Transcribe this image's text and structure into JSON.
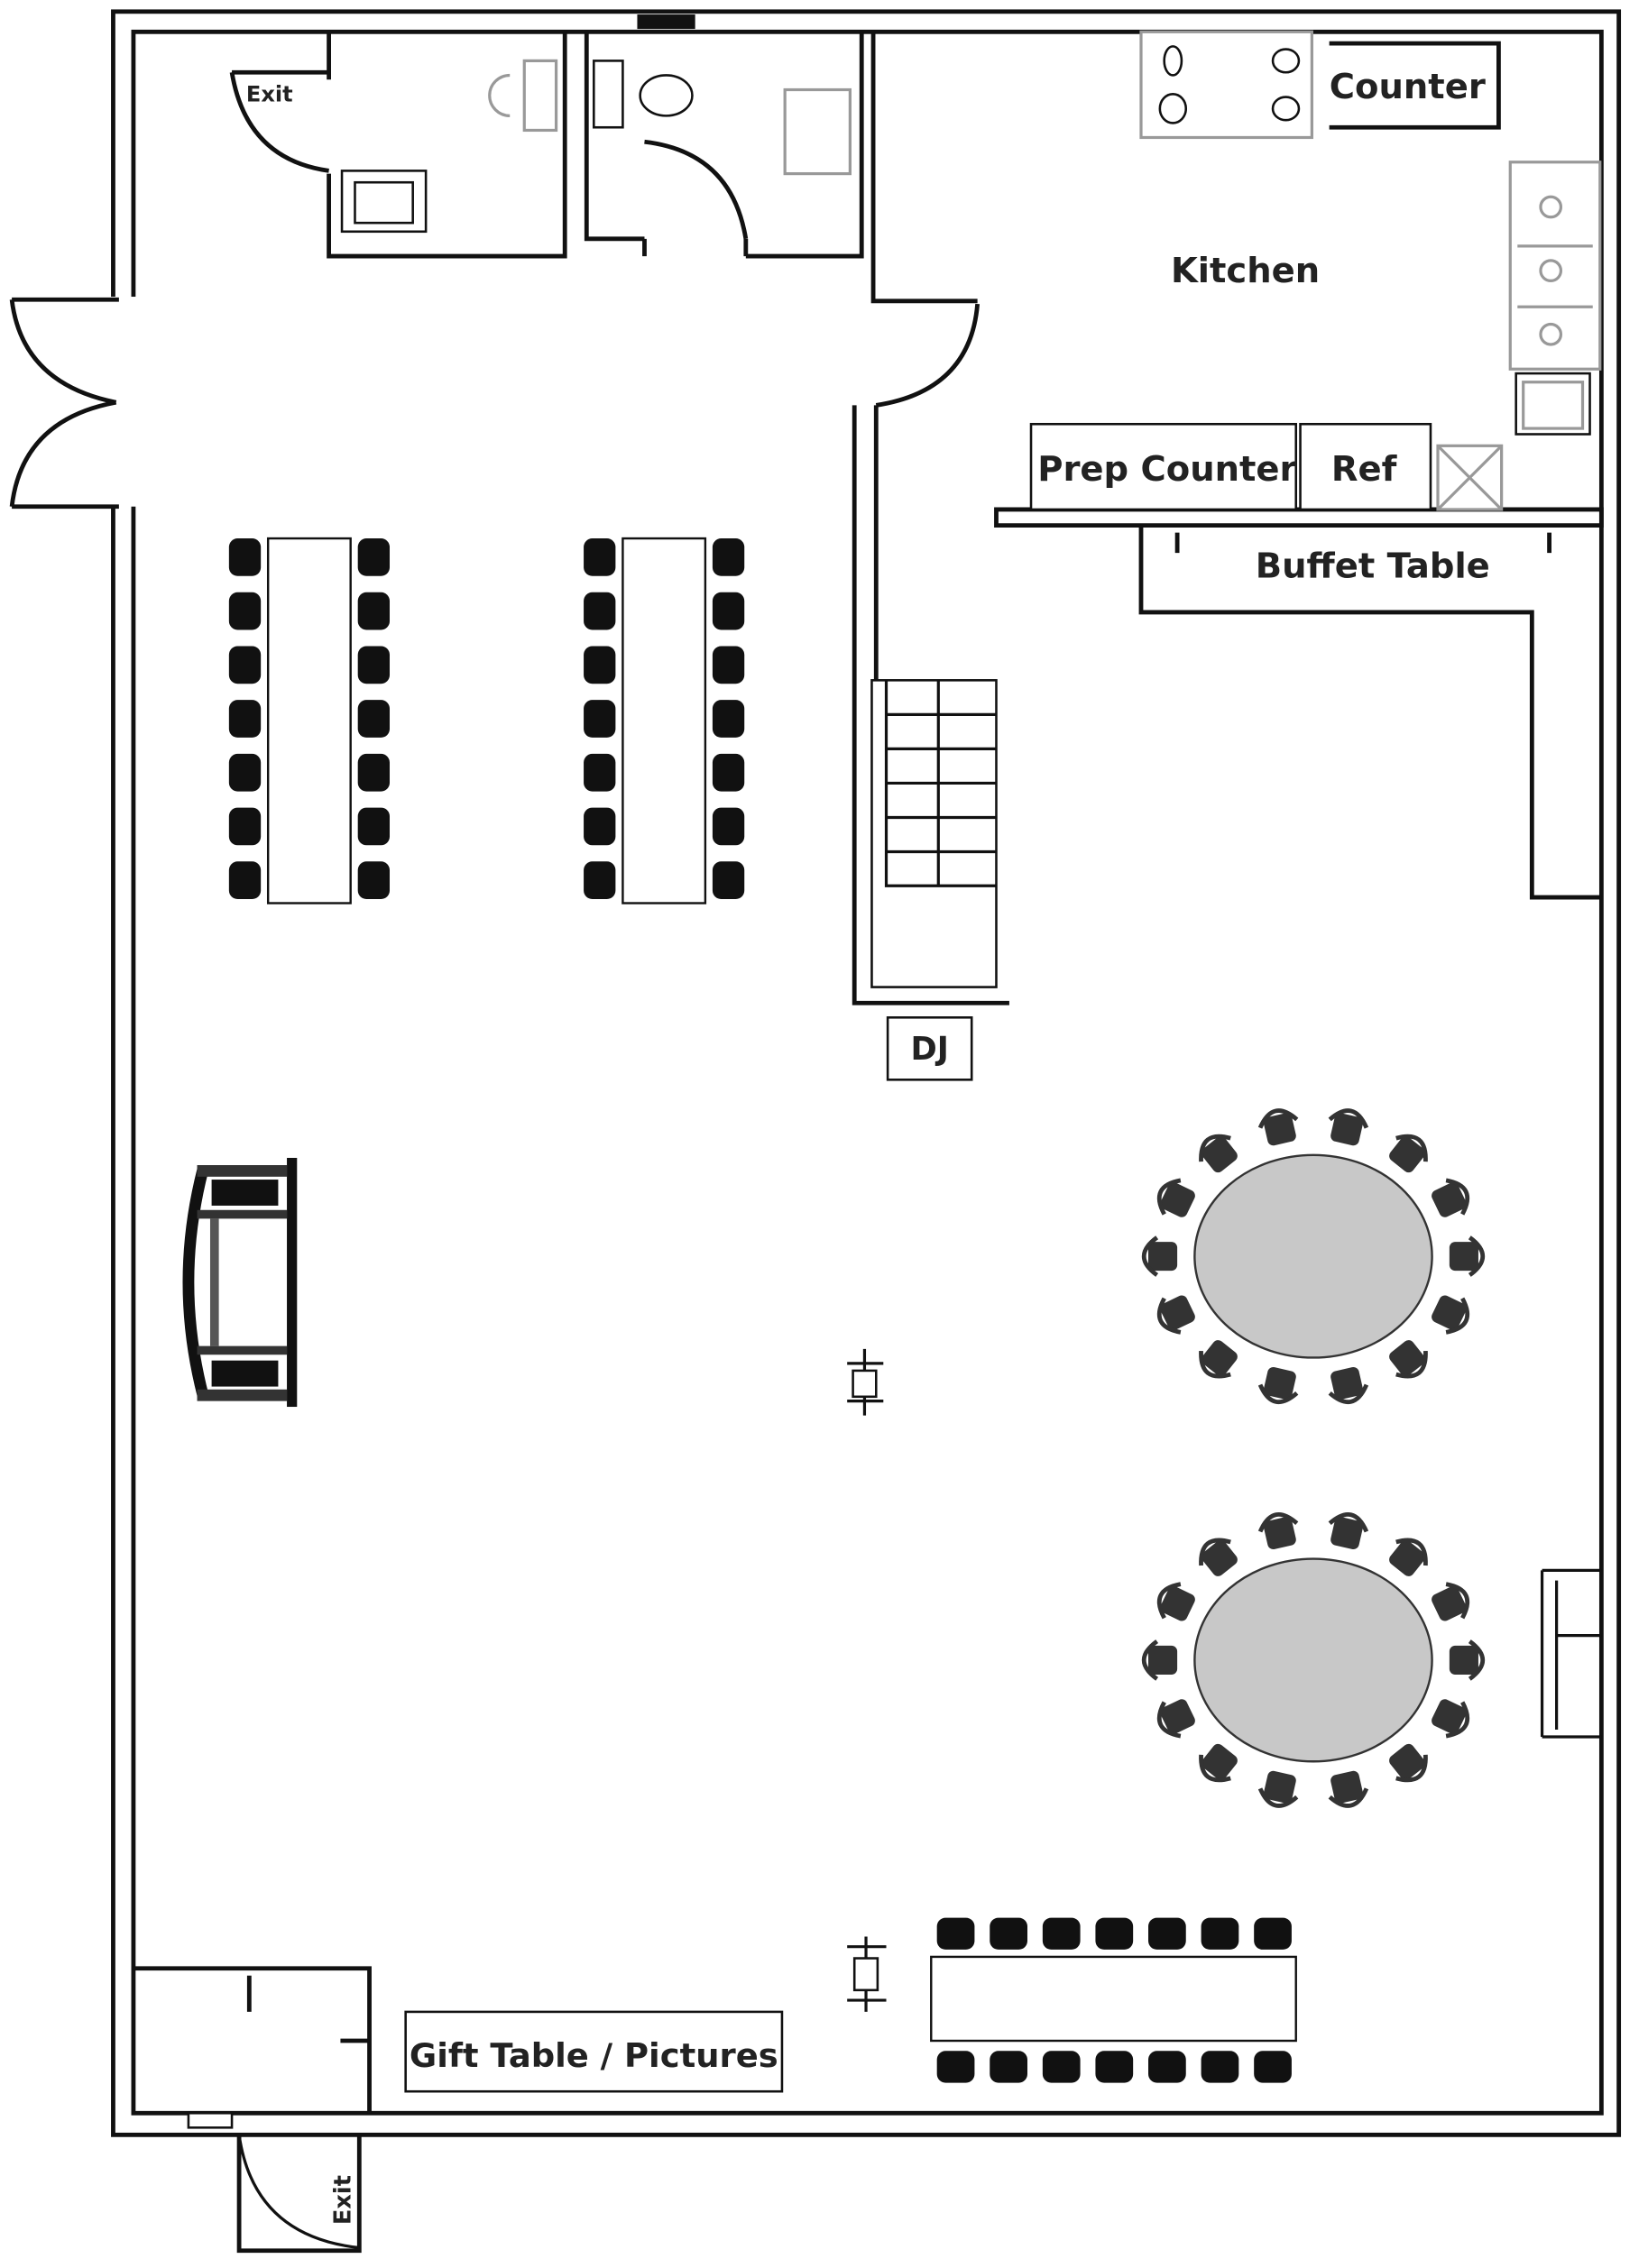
{
  "title": "Event Hall Floor Plan",
  "labels": {
    "exit_top": "Exit",
    "exit_bottom": "Exit",
    "counter": "Counter",
    "kitchen": "Kitchen",
    "prep_counter": "Prep Counter",
    "ref": "Ref",
    "buffet_table": "Buffet Table",
    "dj": "DJ",
    "gift_table": "Gift Table / Pictures"
  },
  "furniture": {
    "banquet_tables_vertical": 2,
    "chairs_per_side_vertical": 7,
    "round_tables": 2,
    "chairs_per_round_table": 14,
    "banquet_table_horizontal_chairs_per_side": 7
  },
  "colors": {
    "wall": "#111111",
    "round_table": "#c8c8c8",
    "fixture_gray": "#999999",
    "chair": "#111111"
  }
}
